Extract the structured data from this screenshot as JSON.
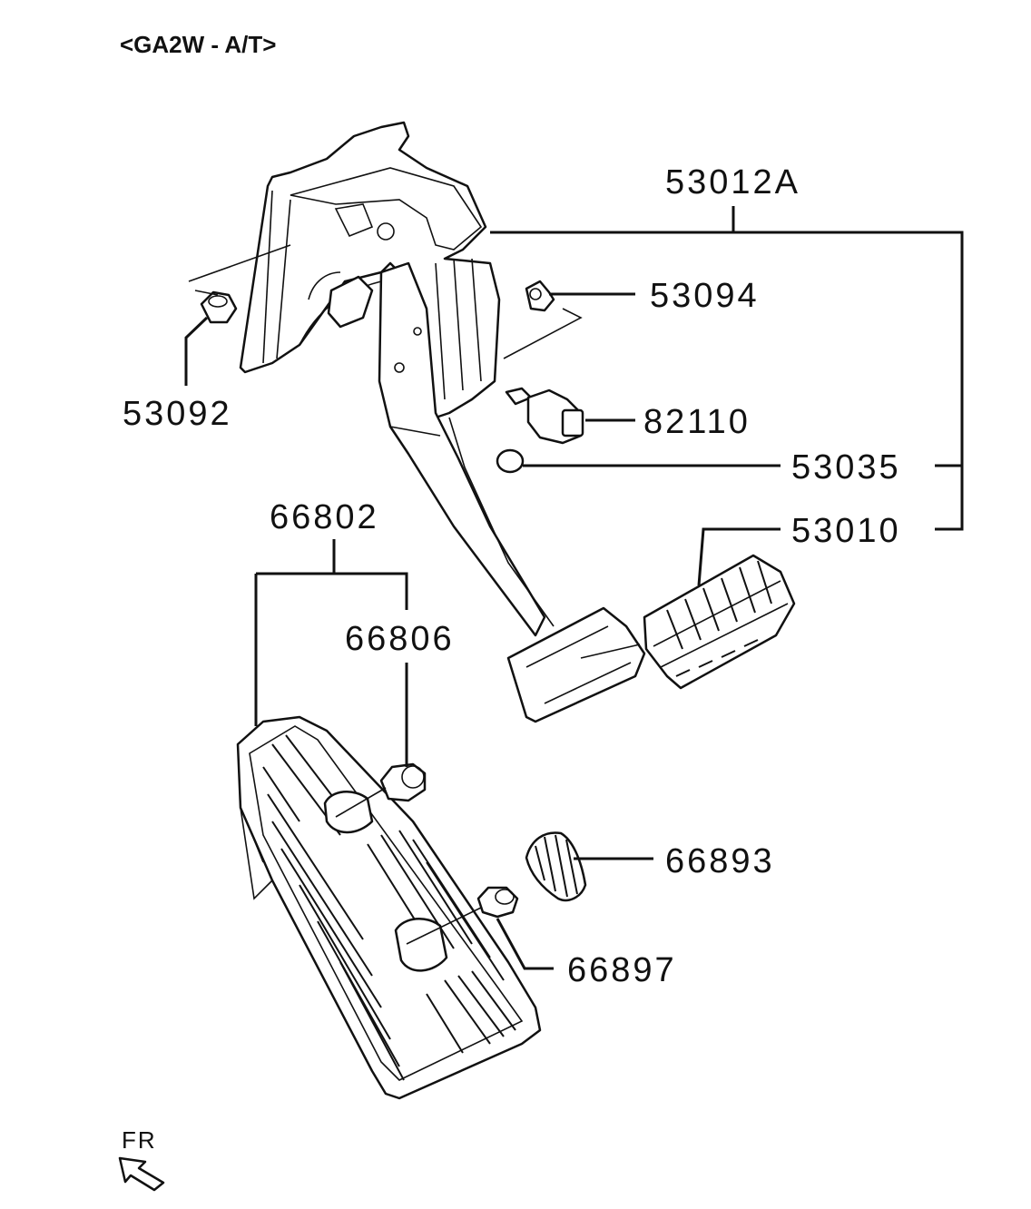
{
  "title": "<GA2W - A/T>",
  "direction_label": "FR",
  "parts": [
    {
      "id": "53012A"
    },
    {
      "id": "53094"
    },
    {
      "id": "53092"
    },
    {
      "id": "82110"
    },
    {
      "id": "53035"
    },
    {
      "id": "53010"
    },
    {
      "id": "66802"
    },
    {
      "id": "66806"
    },
    {
      "id": "66893"
    },
    {
      "id": "66897"
    }
  ]
}
